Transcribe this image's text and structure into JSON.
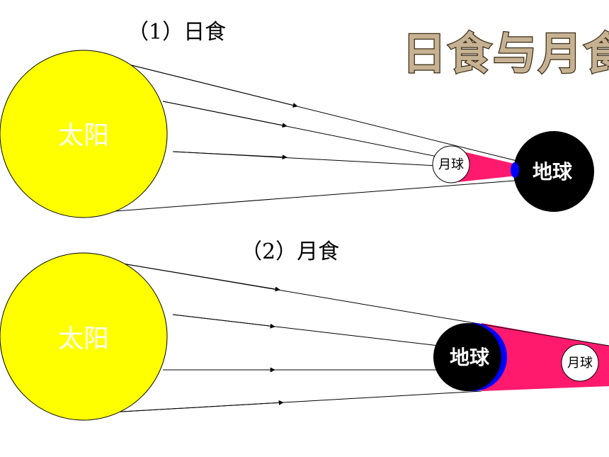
{
  "header": {
    "title": "日食与月食"
  },
  "solar_eclipse": {
    "title": "（1）日食",
    "sun_label": "太阳",
    "moon_label": "月球",
    "earth_label": "地球"
  },
  "lunar_eclipse": {
    "title": "（2）月食",
    "sun_label": "太阳",
    "earth_label": "地球",
    "moon_label": "月球"
  },
  "colors": {
    "sun": "#ffff00",
    "earth": "#000000",
    "shadow": "#ff1a6e",
    "umbra_spot": "#0000ff",
    "moon": "#ffffff"
  }
}
